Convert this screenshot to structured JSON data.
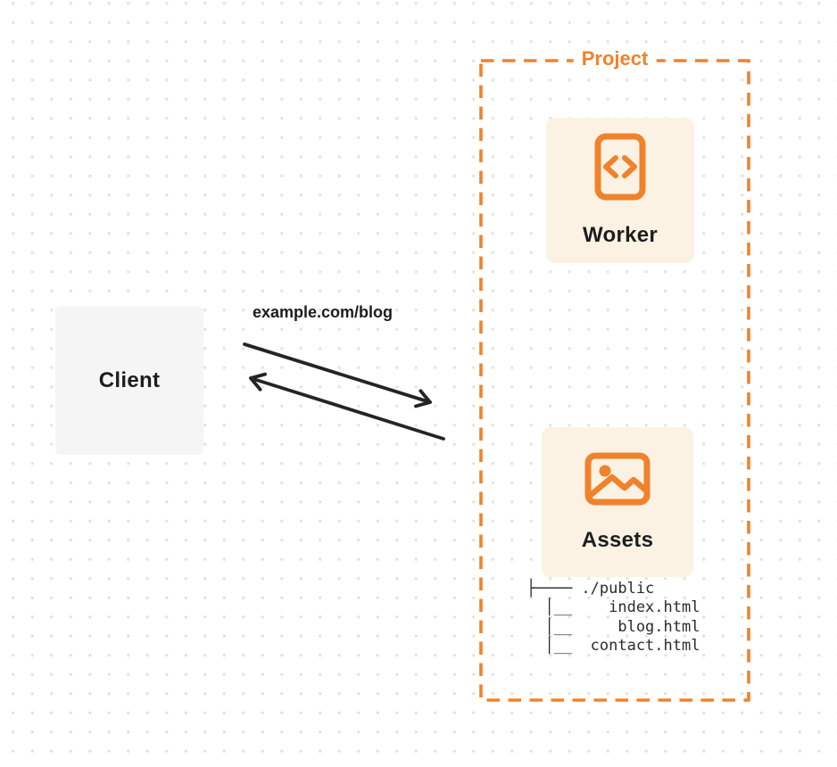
{
  "diagram": {
    "background": {
      "dot_color": "#e3e3e4"
    },
    "client": {
      "label": "Client",
      "bg_color": "#f5f5f6"
    },
    "request": {
      "label": "example.com/blog",
      "arrow_color": "#242424"
    },
    "project": {
      "label": "Project",
      "accent_color": "#f0822c",
      "card_bg_color": "#fcf2e4",
      "worker": {
        "label": "Worker",
        "icon": "code-document-icon"
      },
      "assets": {
        "label": "Assets",
        "icon": "image-icon"
      },
      "file_tree": [
        "├──── ./public",
        "  │__    index.html",
        "  │__     blog.html",
        "  │__  contact.html"
      ]
    }
  }
}
